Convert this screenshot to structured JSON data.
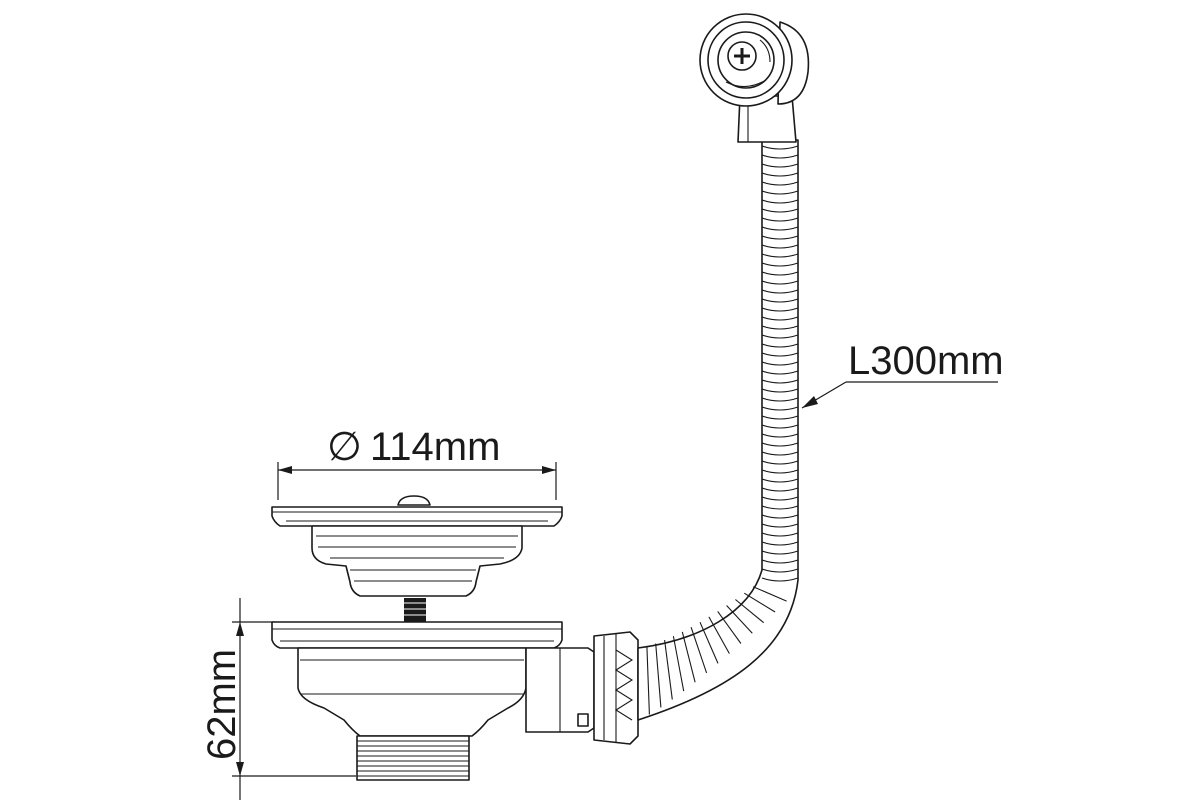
{
  "labels": {
    "diameter_symbol": "∅",
    "diameter": "114mm",
    "height": "62mm",
    "length": "L300mm"
  },
  "parts": {
    "strainer_basket": "strainer-basket",
    "drain_body": "drain-body",
    "threaded_outlet": "threaded-outlet",
    "corrugated_hose": "corrugated-overflow-hose",
    "overflow_head": "overflow-head"
  }
}
